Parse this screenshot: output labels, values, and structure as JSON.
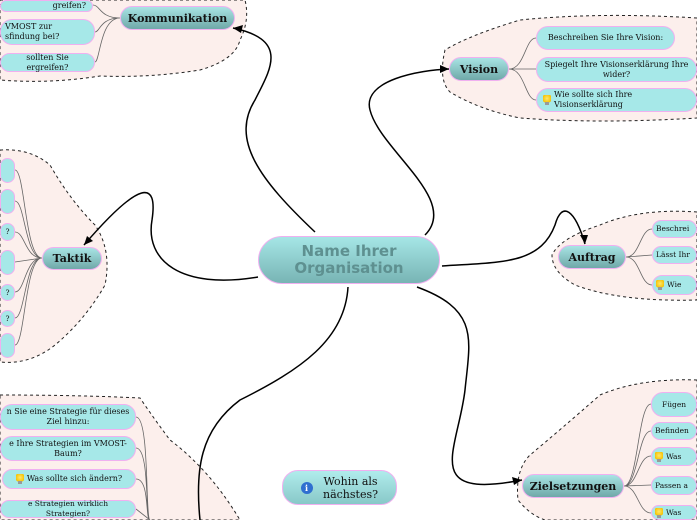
{
  "central": {
    "title": "Name Ihrer Organisation"
  },
  "branches": {
    "kommunikation": {
      "label": "Kommunikation",
      "children": [
        "greifen?",
        "VMOST zur\nsfindung bei?",
        "sollten Sie ergreifen?"
      ]
    },
    "vision": {
      "label": "Vision",
      "children": [
        "Beschreiben Sie Ihre Vision:",
        "Spiegelt Ihre Visionserklärung Ihre wider?",
        "Wie sollte sich Ihre Visionserklärung"
      ]
    },
    "taktik": {
      "label": "Taktik",
      "children": [
        "",
        "",
        "?",
        "",
        "?",
        "?",
        ""
      ]
    },
    "auftrag": {
      "label": "Auftrag",
      "children": [
        "Beschrei",
        "Lässt Ihr",
        "Wie"
      ]
    },
    "zielsetzungen": {
      "label": "Zielsetzungen",
      "children": [
        "Fügen",
        "Befinden",
        "Was",
        "Passen a",
        "Was"
      ]
    },
    "strategien": {
      "children": [
        "n Sie eine Strategie für dieses Ziel hinzu:",
        "e Ihre Strategien im VMOST-Baum?",
        "Was sollte sich ändern?",
        "e Strategien wirklich Strategien?"
      ]
    }
  },
  "next_step": {
    "label": "Wohin als nächstes?",
    "icon": "info-icon"
  },
  "colors": {
    "node": "#a6e8e8",
    "node_border": "#f0b0f0",
    "cloud": "#fcefec"
  }
}
